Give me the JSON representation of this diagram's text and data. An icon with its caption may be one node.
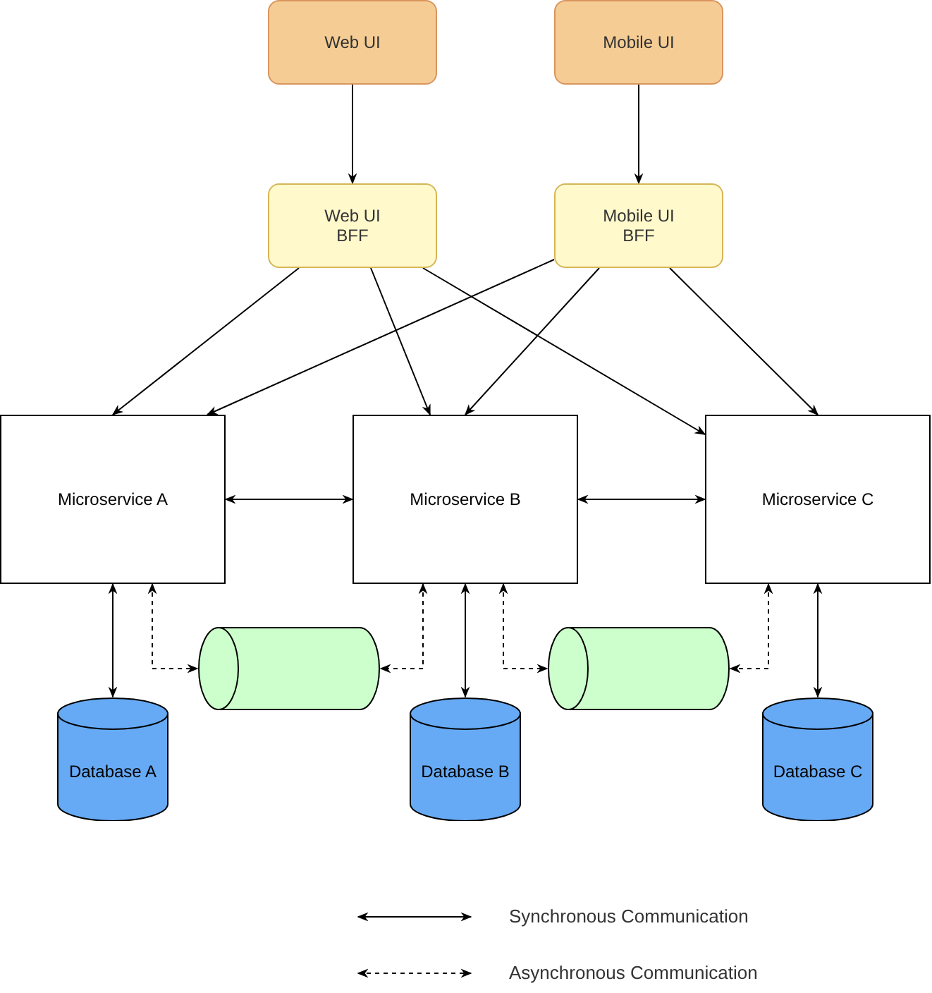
{
  "diagram": {
    "nodes": [
      {
        "text": [
          "Web UI"
        ]
      },
      {
        "text": [
          "Mobile UI"
        ]
      },
      {
        "text": [
          "Web UI BFF"
        ]
      },
      {
        "text": [
          "Mobile UI BFF"
        ]
      },
      {
        "text": [
          "Microservice A"
        ]
      },
      {
        "text": [
          "Microservice B"
        ]
      },
      {
        "text": [
          "Microservice C"
        ]
      },
      {
        "text": [
          "Database A"
        ]
      },
      {
        "text": [],
        "shape": "cylinder"
      },
      {
        "text": [
          "Database B"
        ]
      },
      {
        "text": [],
        "shape": "cylinder"
      },
      {
        "text": [
          "Database C"
        ]
      }
    ],
    "edges": [
      {
        "from": 0,
        "to": 2,
        "arrow": "to"
      },
      {
        "from": 1,
        "to": 3,
        "arrow": "to"
      },
      {
        "from": 2,
        "to": 4,
        "arrow": "to"
      },
      {
        "from": 2,
        "to": 5,
        "arrow": "to"
      },
      {
        "from": 2,
        "to": 6,
        "arrow": "to"
      },
      {
        "from": 3,
        "to": 4,
        "arrow": "to"
      },
      {
        "from": 3,
        "to": 5,
        "arrow": "to"
      },
      {
        "from": 3,
        "to": 6,
        "arrow": "to"
      },
      {
        "from": 4,
        "to": 5,
        "arrow": "both"
      },
      {
        "from": 5,
        "to": 6,
        "arrow": "both"
      },
      {
        "from": 4,
        "to": 7,
        "arrow": "both"
      },
      {
        "from": 5,
        "to": 9,
        "arrow": "both"
      },
      {
        "from": 6,
        "to": 11,
        "arrow": "both"
      },
      {
        "from": 4,
        "to": 8,
        "arrow": "both",
        "style": "dashed"
      },
      {
        "from": 5,
        "to": 8,
        "arrow": "both",
        "style": "dashed"
      },
      {
        "from": 5,
        "to": 10,
        "arrow": "both",
        "style": "dashed"
      },
      {
        "from": 6,
        "to": 10,
        "arrow": "both",
        "style": "dashed"
      }
    ],
    "legend": [
      {
        "text": "Synchronous Communication"
      },
      {
        "text": "Asynchronous Communication"
      }
    ]
  }
}
